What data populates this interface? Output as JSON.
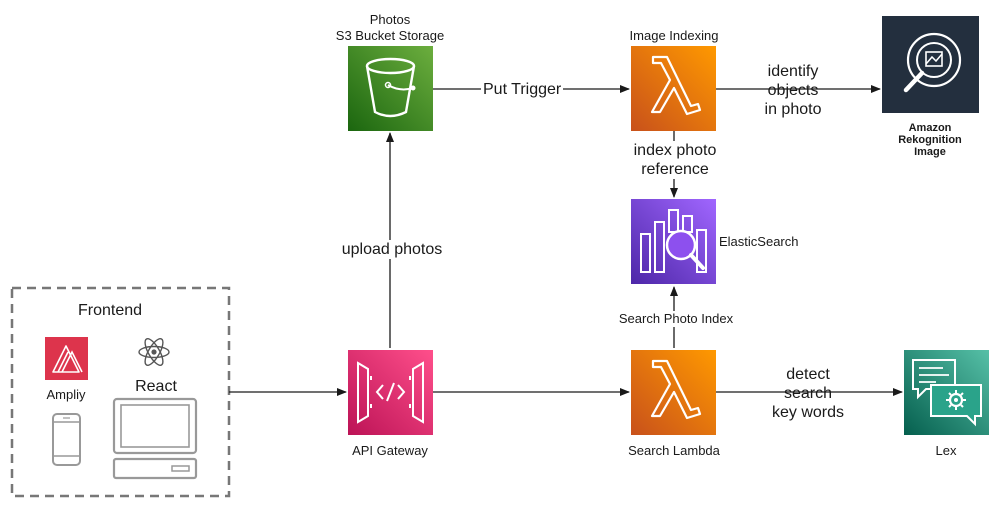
{
  "frontend": {
    "title": "Frontend",
    "amplify_label": "Ampliy",
    "react_label": "React"
  },
  "nodes": {
    "s3": {
      "label_line1": "Photos",
      "label_line2": "S3 Bucket Storage"
    },
    "image_indexing": {
      "label": "Image Indexing"
    },
    "rekognition": {
      "label_line1": "Amazon",
      "label_line2": "Rekognition",
      "label_line3": "Image"
    },
    "elasticsearch": {
      "label": "ElasticSearch"
    },
    "api_gateway": {
      "label": "API Gateway"
    },
    "search_lambda": {
      "label": "Search Lambda"
    },
    "lex": {
      "label": "Lex"
    }
  },
  "edges": {
    "put_trigger": "Put Trigger",
    "identify_line1": "identify",
    "identify_line2": "objects",
    "identify_line3": "in photo",
    "index_line1": "index photo",
    "index_line2": "reference",
    "upload": "upload photos",
    "search_index": "Search Photo Index",
    "detect_line1": "detect",
    "detect_line2": "search",
    "detect_line3": "key words"
  },
  "colors": {
    "s3": "#3f8624",
    "lambda": "#ed7100",
    "rekognition": "#232f3e",
    "elasticsearch": "#7b3fe4",
    "api_gateway": "#e7157b",
    "lex": "#01a88d",
    "amplify": "#dd344c"
  }
}
